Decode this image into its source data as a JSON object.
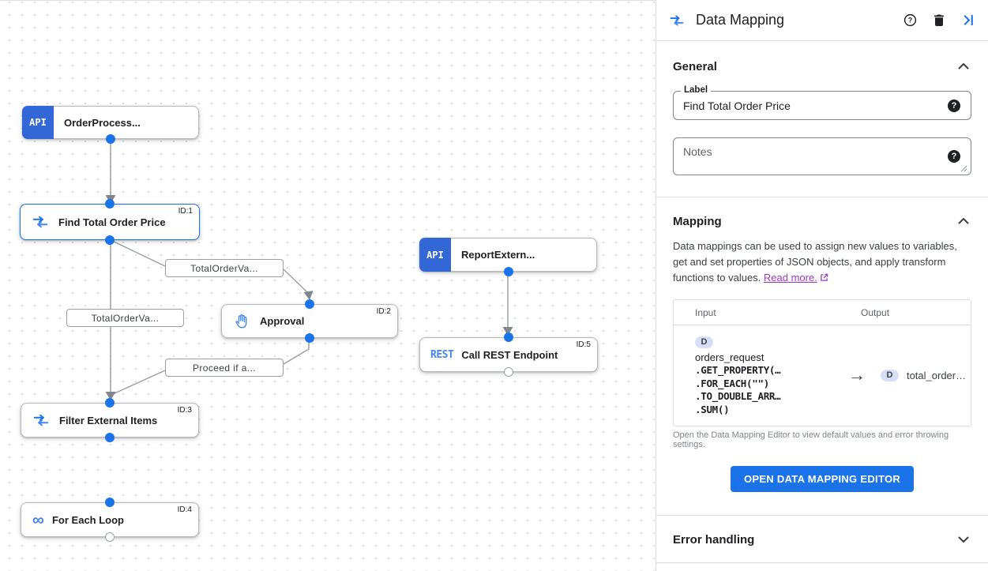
{
  "canvas": {
    "badges": {
      "api": "API",
      "rest": "REST"
    },
    "nodes": [
      {
        "label": "OrderProcess...",
        "type": "api"
      },
      {
        "label": "Find Total Order Price",
        "type": "mapping",
        "id_tag": "ID:1"
      },
      {
        "label": "Approval",
        "type": "approval",
        "id_tag": "ID:2"
      },
      {
        "label": "ReportExtern...",
        "type": "api"
      },
      {
        "label": "Call REST Endpoint",
        "type": "rest",
        "id_tag": "ID:5"
      },
      {
        "label": "Filter External Items",
        "type": "mapping",
        "id_tag": "ID:3"
      },
      {
        "label": "For Each Loop",
        "type": "loop",
        "id_tag": "ID:4"
      }
    ],
    "edge_labels": [
      "TotalOrderVa...",
      "TotalOrderVa...",
      "Proceed if a..."
    ],
    "loop_glyph": "∞"
  },
  "panel": {
    "title": "Data Mapping",
    "help_glyph": "?",
    "general": {
      "heading": "General",
      "label_field": {
        "label": "Label",
        "value": "Find Total Order Price"
      },
      "notes_placeholder": "Notes"
    },
    "mapping": {
      "heading": "Mapping",
      "description": "Data mappings can be used to assign new values to variables, get and set properties of JSON objects, and apply transform functions to values. ",
      "read_more": "Read more.",
      "table": {
        "input_header": "Input",
        "output_header": "Output",
        "input_badge": "D",
        "input_var": "orders_request",
        "fn1": ".GET_PROPERTY(…",
        "fn2": ".FOR_EACH(\"\")",
        "fn3": ".TO_DOUBLE_ARR…",
        "fn4": ".SUM()",
        "arrow_glyph": "→",
        "output_badge": "D",
        "output_var": "total_order…"
      },
      "caption": "Open the Data Mapping Editor to view default values and error throwing settings.",
      "button": "OPEN DATA MAPPING EDITOR"
    },
    "error_handling": {
      "heading": "Error handling"
    }
  },
  "colors": {
    "accent": "#1a73e8",
    "api_badge": "#3367d6",
    "rest_text": "#4285f4",
    "link": "#a235c8",
    "edge": "#9aa0a6"
  }
}
